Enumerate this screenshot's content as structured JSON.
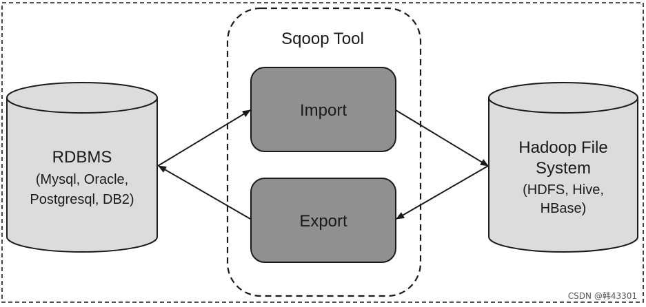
{
  "diagram": {
    "tool_group": {
      "title": "Sqoop Tool"
    },
    "rdbms": {
      "title": "RDBMS",
      "line1": "(Mysql, Oracle,",
      "line2": "Postgresql, DB2)"
    },
    "hadoop": {
      "title_line1": "Hadoop File",
      "title_line2": "System",
      "line1": "(HDFS, Hive,",
      "line2": "HBase)"
    },
    "import_box": {
      "label": "Import"
    },
    "export_box": {
      "label": "Export"
    },
    "colors": {
      "cylinder_fill": "#dcdcdc",
      "process_fill": "#909090",
      "stroke": "#1a1a1a"
    }
  },
  "watermark": {
    "text": "CSDN @韩43301"
  }
}
